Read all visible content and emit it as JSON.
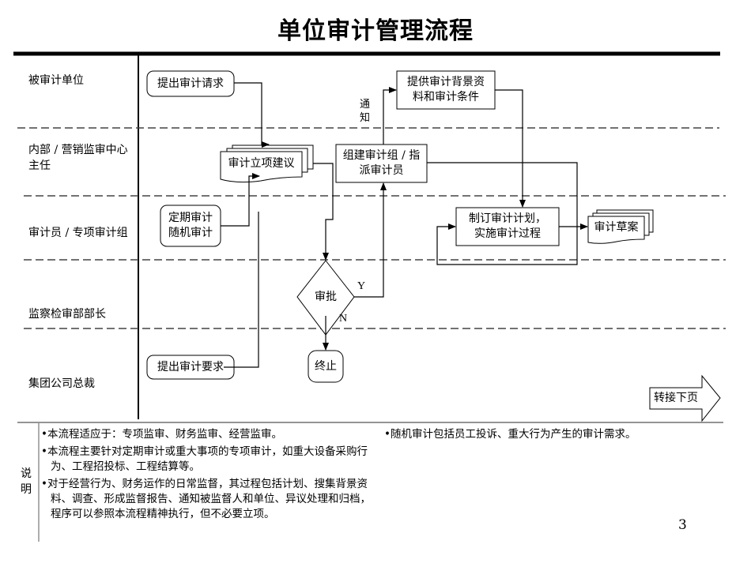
{
  "title": "单位审计管理流程",
  "lanes": [
    {
      "label": "被审计单位"
    },
    {
      "label": "内部 / 营销监审中心主任"
    },
    {
      "label": "审计员 / 专项审计组"
    },
    {
      "label": "监察检审部部长"
    },
    {
      "label": "集团公司总裁"
    }
  ],
  "nodes": {
    "request_audit": "提出审计请求",
    "provide_materials": "提供审计背景资料和审计条件",
    "project_proposal": "审计立项建议",
    "form_team": "组建审计组 / 指派审计员",
    "periodic_random": "定期审计\n随机审计",
    "make_plan": "制订审计计划，实施审计过程",
    "audit_draft": "审计草案",
    "approve": "审批",
    "terminate": "终止",
    "president_request": "提出审计要求",
    "next_page": "转接下页"
  },
  "edge_labels": {
    "notify": "通知",
    "yes": "Y",
    "no": "N"
  },
  "notes": {
    "side_label": "说明",
    "items": [
      "•本流程适应于：专项监审、财务监审、经营监审。",
      "•本流程主要针对定期审计或重大事项的专项审计，如重大设备采购行为、工程招投标、工程结算等。",
      "•对于经营行为、财务运作的日常监督，其过程包括计划、搜集背景资料、调查、形成监督报告、通知被监督人和单位、异议处理和归档，程序可以参照本流程精神执行，但不必要立项。"
    ],
    "right_item": "•随机审计包括员工投诉、重大行为产生的审计需求。"
  },
  "page_number": "3"
}
